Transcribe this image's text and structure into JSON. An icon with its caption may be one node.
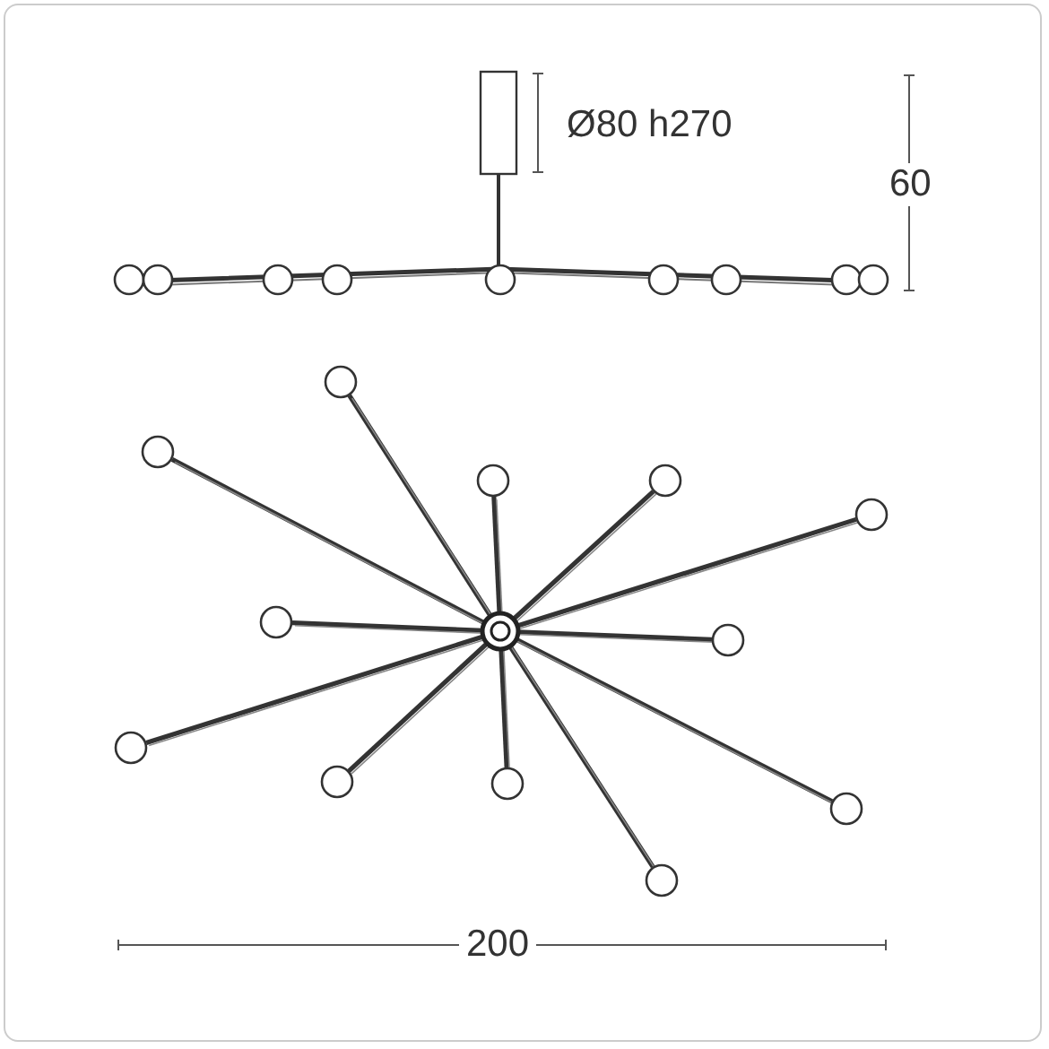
{
  "diagram": {
    "labels": [
      "Ø80 h270",
      "60",
      "200"
    ]
  }
}
